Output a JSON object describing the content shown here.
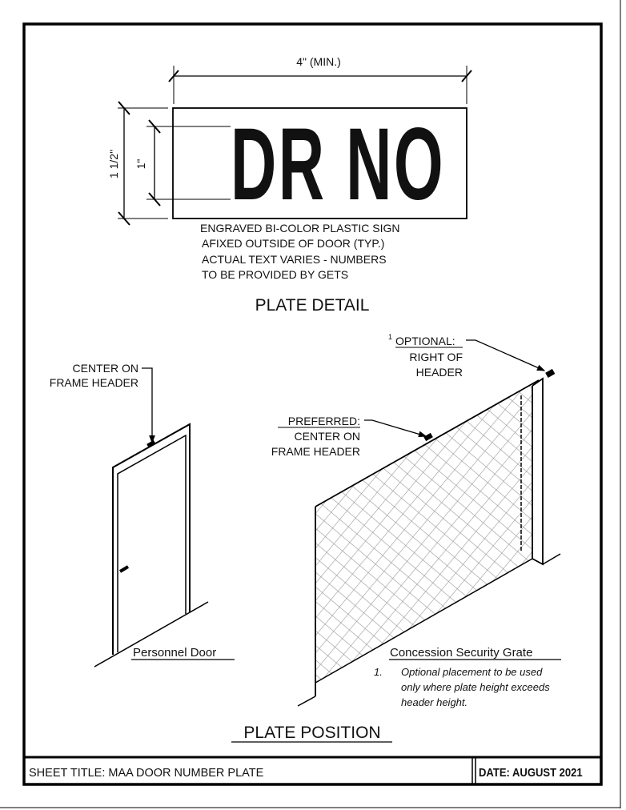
{
  "plate_detail": {
    "width_dim": "4\" (MIN.)",
    "height_dim": "1 1/2\"",
    "text_height_dim": "1\"",
    "sign_text": "DR NO",
    "notes": [
      "ENGRAVED BI-COLOR PLASTIC SIGN",
      "AFIXED OUTSIDE OF DOOR (TYP.)",
      "ACTUAL TEXT VARIES - NUMBERS",
      "TO BE PROVIDED BY GETS"
    ],
    "title": "PLATE DETAIL"
  },
  "plate_position": {
    "door": {
      "callout": [
        "CENTER ON",
        "FRAME HEADER"
      ],
      "label": "Personnel Door"
    },
    "grate": {
      "optional_sup": "1",
      "optional_title": "OPTIONAL:",
      "optional_lines": [
        "RIGHT OF",
        "HEADER"
      ],
      "preferred_title": "PREFERRED:",
      "preferred_lines": [
        "CENTER ON",
        "FRAME HEADER"
      ],
      "label": "Concession Security Grate",
      "note_number": "1.",
      "note_lines": [
        "Optional placement to be used",
        "only where plate height exceeds",
        "header height."
      ]
    },
    "title": "PLATE POSITION"
  },
  "title_block": {
    "sheet_title": "SHEET TITLE: MAA DOOR NUMBER PLATE",
    "date": "DATE: AUGUST 2021"
  }
}
